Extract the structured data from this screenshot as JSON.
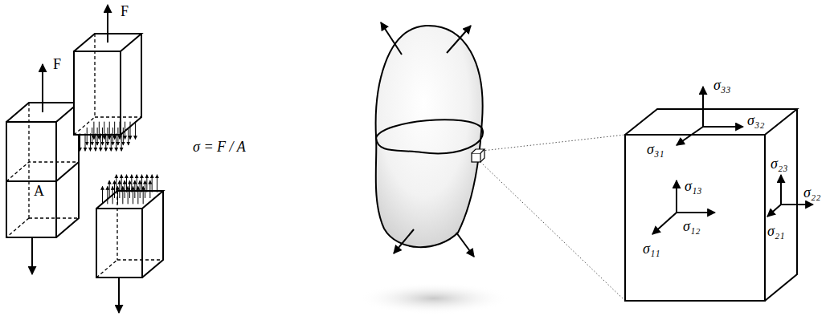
{
  "diagram": {
    "labels": [
      "F",
      "F",
      "A",
      "σ = F / A",
      "σ₃₃",
      "σ₃₂",
      "σ₃₁",
      "σ₂₃",
      "σ₂₂",
      "σ₁₃",
      "σ₂₁",
      "σ₁₂",
      "σ₁₁"
    ]
  }
}
